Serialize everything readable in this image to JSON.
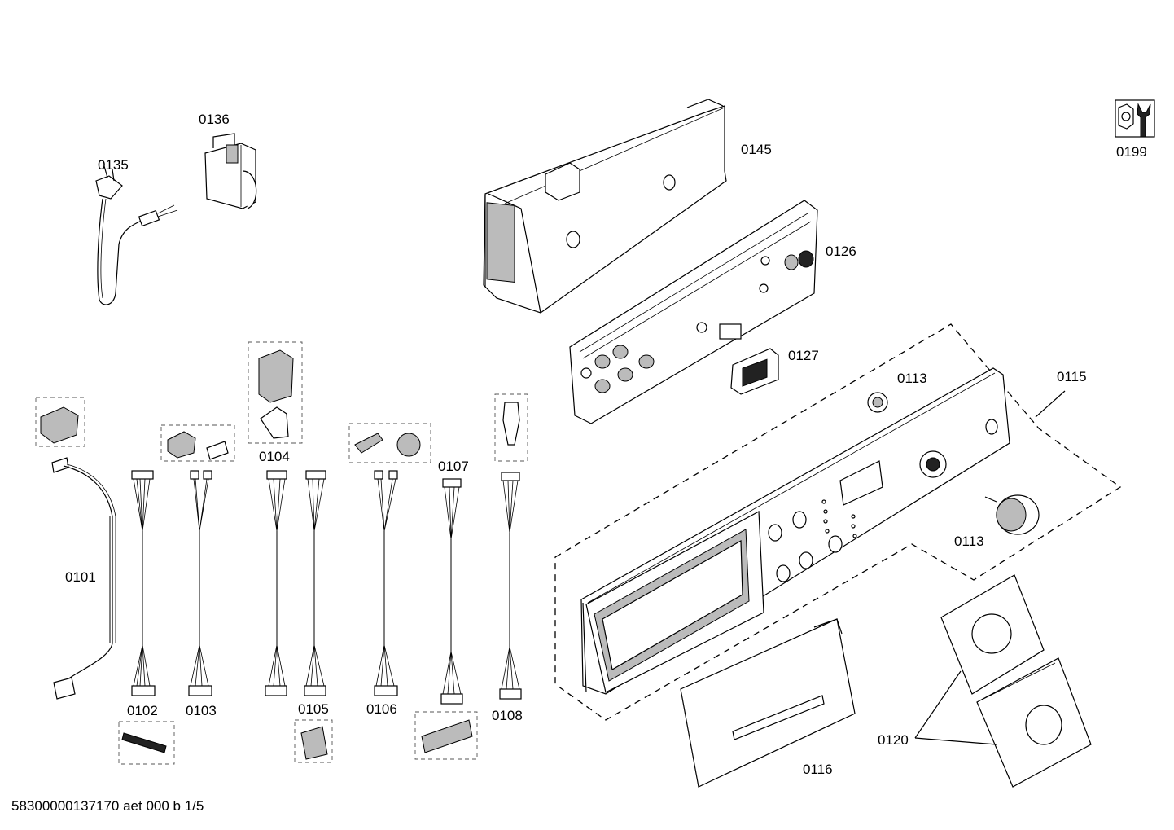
{
  "labels": {
    "p0101": "0101",
    "p0102": "0102",
    "p0103": "0103",
    "p0104": "0104",
    "p0105": "0105",
    "p0106": "0106",
    "p0107": "0107",
    "p0108": "0108",
    "p0113a": "0113",
    "p0113b": "0113",
    "p0115": "0115",
    "p0116": "0116",
    "p0120": "0120",
    "p0126": "0126",
    "p0127": "0127",
    "p0135": "0135",
    "p0136": "0136",
    "p0145": "0145",
    "p0199": "0199"
  },
  "footer": "58300000137170 aet 000 b 1/5",
  "icons": {
    "service": "wrench-nut-icon"
  }
}
